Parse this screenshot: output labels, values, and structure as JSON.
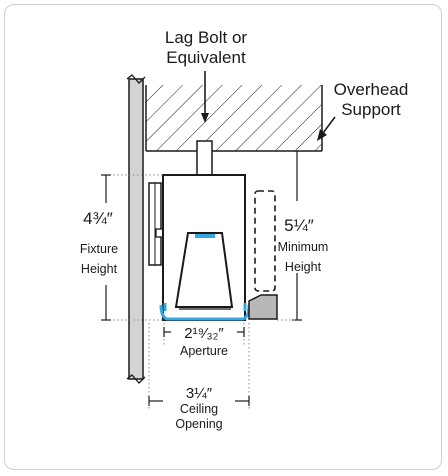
{
  "labels": {
    "lag_bolt_line1": "Lag Bolt or",
    "lag_bolt_line2": "Equivalent",
    "overhead_line1": "Overhead",
    "overhead_line2": "Support",
    "fixture_height_value": "4¾″",
    "fixture_height_line1": "Fixture",
    "fixture_height_line2": "Height",
    "min_height_value": "5¼″",
    "min_height_line1": "Minimum",
    "min_height_line2": "Height",
    "aperture_value": "2¹⁹⁄₃₂″",
    "aperture_label": "Aperture",
    "ceiling_value": "3¼″",
    "ceiling_line1": "Ceiling",
    "ceiling_line2": "Opening"
  },
  "colors": {
    "line": "#1a1a1a",
    "wall_fill": "#d4d4d4",
    "lens_blue": "#35a8e0",
    "trim_grey": "#b8b8b8"
  }
}
